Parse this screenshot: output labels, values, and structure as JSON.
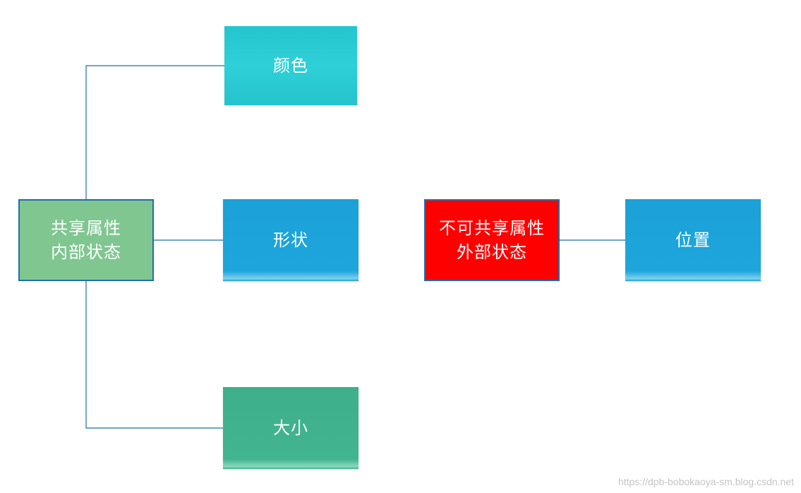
{
  "diagram": {
    "nodes": {
      "shared_state": {
        "label": "共享属性\n内部状态",
        "color": "#80c691"
      },
      "color": {
        "label": "颜色",
        "color": "#2bcad2"
      },
      "shape": {
        "label": "形状",
        "color": "#1ea5db"
      },
      "size": {
        "label": "大小",
        "color": "#40b28e"
      },
      "unshared_state": {
        "label": "不可共享属性\n外部状态",
        "color": "#ff0000"
      },
      "position": {
        "label": "位置",
        "color": "#1ea5db"
      }
    },
    "connector_color": "#1f6fa8"
  },
  "watermark": "https://dpb-bobokaoya-sm.blog.csdn.net"
}
